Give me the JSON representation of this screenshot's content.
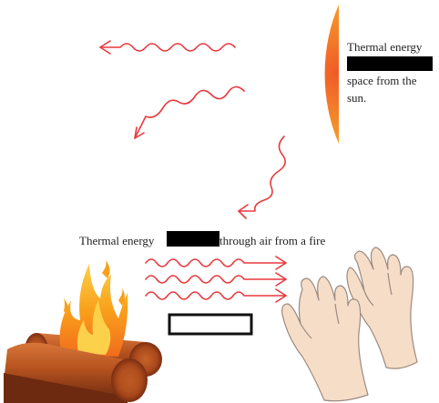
{
  "sun_caption": {
    "line1": "Thermal energy",
    "line3": "space from the",
    "line4": "sun."
  },
  "fire_caption": {
    "before": "Thermal energy",
    "after": "through air from a fire"
  },
  "colors": {
    "heat_arrow": "#e8383d",
    "sun_outer": "#f7d21c",
    "sun_inner": "#f05a28",
    "log_light": "#c8642a",
    "log_dark": "#7a2e12",
    "flame_outer": "#f9a01b",
    "flame_inner": "#fbd04a",
    "skin": "#f5ddc8",
    "skin_line": "#9b8a80",
    "redaction": "#000000"
  }
}
